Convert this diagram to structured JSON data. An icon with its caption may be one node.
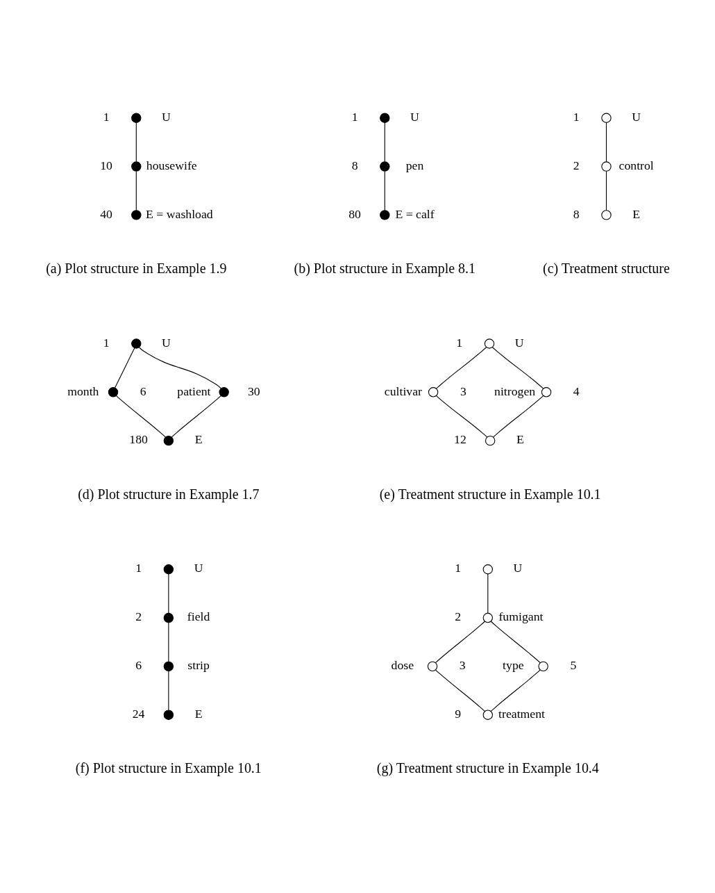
{
  "diagram": {
    "nodes": [
      {
        "text": [],
        "shape": "circle",
        "beside": [
          "1",
          "U"
        ]
      },
      {
        "text": [],
        "shape": "circle",
        "beside": [
          "10",
          "housewife"
        ]
      },
      {
        "text": [],
        "shape": "circle",
        "beside": [
          "40",
          "E = washload"
        ]
      },
      {
        "text": [],
        "shape": "circle",
        "beside": [
          "1",
          "U"
        ]
      },
      {
        "text": [],
        "shape": "circle",
        "beside": [
          "8",
          "pen"
        ]
      },
      {
        "text": [],
        "shape": "circle",
        "beside": [
          "80",
          "E = calf"
        ]
      },
      {
        "text": [],
        "shape": "circle",
        "beside": [
          "1",
          "U"
        ]
      },
      {
        "text": [],
        "shape": "circle",
        "beside": [
          "2",
          "control"
        ]
      },
      {
        "text": [],
        "shape": "circle",
        "beside": [
          "8",
          "E"
        ]
      },
      {
        "text": [],
        "shape": "circle",
        "beside": [
          "1",
          "U"
        ]
      },
      {
        "text": [],
        "shape": "circle",
        "beside": [
          "month",
          "6"
        ]
      },
      {
        "text": [],
        "shape": "circle",
        "beside": [
          "patient",
          "30"
        ]
      },
      {
        "text": [],
        "shape": "circle",
        "beside": [
          "180",
          "E"
        ]
      },
      {
        "text": [],
        "shape": "circle",
        "beside": [
          "1",
          "U"
        ]
      },
      {
        "text": [],
        "shape": "circle",
        "beside": [
          "cultivar",
          "3"
        ]
      },
      {
        "text": [],
        "shape": "circle",
        "beside": [
          "nitrogen",
          "4"
        ]
      },
      {
        "text": [],
        "shape": "circle",
        "beside": [
          "12",
          "E"
        ]
      },
      {
        "text": [],
        "shape": "circle",
        "beside": [
          "1",
          "U"
        ]
      },
      {
        "text": [],
        "shape": "circle",
        "beside": [
          "2",
          "field"
        ]
      },
      {
        "text": [],
        "shape": "circle",
        "beside": [
          "6",
          "strip"
        ]
      },
      {
        "text": [],
        "shape": "circle",
        "beside": [
          "24",
          "E"
        ]
      },
      {
        "text": [],
        "shape": "circle",
        "beside": [
          "1",
          "U"
        ]
      },
      {
        "text": [],
        "shape": "circle",
        "beside": [
          "2",
          "fumigant"
        ]
      },
      {
        "text": [],
        "shape": "circle",
        "beside": [
          "dose",
          "3"
        ]
      },
      {
        "text": [],
        "shape": "circle",
        "beside": [
          "type",
          "5"
        ]
      },
      {
        "text": [],
        "shape": "circle",
        "beside": [
          "9",
          "treatment"
        ]
      }
    ],
    "edges": [
      {
        "from": 0,
        "to": 1,
        "arrow": "none"
      },
      {
        "from": 1,
        "to": 2,
        "arrow": "none"
      },
      {
        "from": 3,
        "to": 4,
        "arrow": "none"
      },
      {
        "from": 4,
        "to": 5,
        "arrow": "none"
      },
      {
        "from": 6,
        "to": 7,
        "arrow": "none"
      },
      {
        "from": 7,
        "to": 8,
        "arrow": "none"
      },
      {
        "from": 9,
        "to": 10,
        "arrow": "none"
      },
      {
        "from": 9,
        "to": 11,
        "arrow": "none"
      },
      {
        "from": 10,
        "to": 12,
        "arrow": "none"
      },
      {
        "from": 11,
        "to": 12,
        "arrow": "none"
      },
      {
        "from": 13,
        "to": 14,
        "arrow": "none"
      },
      {
        "from": 13,
        "to": 15,
        "arrow": "none"
      },
      {
        "from": 14,
        "to": 16,
        "arrow": "none"
      },
      {
        "from": 15,
        "to": 16,
        "arrow": "none"
      },
      {
        "from": 17,
        "to": 18,
        "arrow": "none"
      },
      {
        "from": 18,
        "to": 19,
        "arrow": "none"
      },
      {
        "from": 19,
        "to": 20,
        "arrow": "none"
      },
      {
        "from": 21,
        "to": 22,
        "arrow": "none"
      },
      {
        "from": 22,
        "to": 23,
        "arrow": "none"
      },
      {
        "from": 22,
        "to": 24,
        "arrow": "none"
      },
      {
        "from": 23,
        "to": 25,
        "arrow": "none"
      },
      {
        "from": 24,
        "to": 25,
        "arrow": "none"
      }
    ],
    "labels": [
      "(a) Plot structure in Example 1.9",
      "(b) Plot structure in Example 8.1",
      "(c) Treatment structure",
      "(d) Plot structure in Example 1.7",
      "(e) Treatment structure in Example 10.1",
      "(f) Plot structure in Example 10.1",
      "(g) Treatment structure in Example 10.4"
    ]
  }
}
